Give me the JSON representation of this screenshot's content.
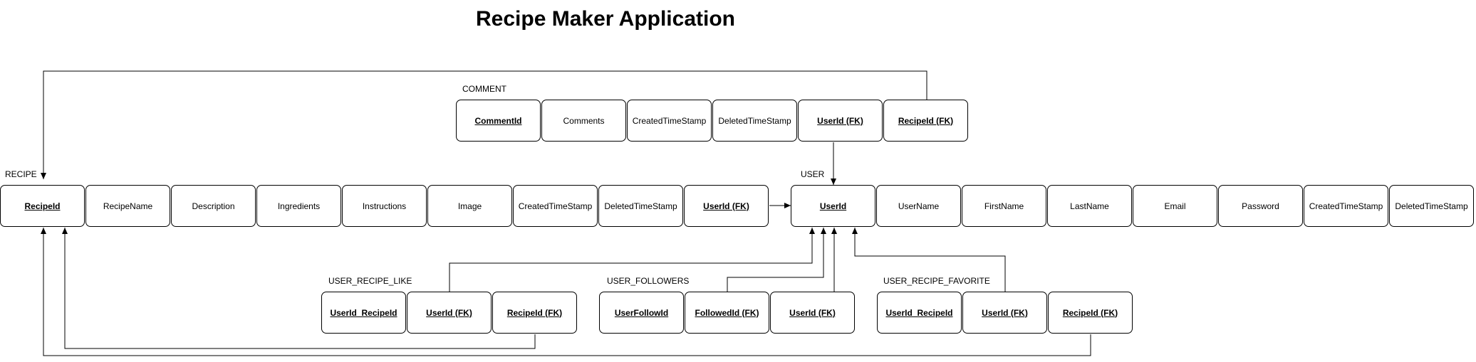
{
  "title": "Recipe Maker Application",
  "entities": {
    "comment": {
      "label": "COMMENT",
      "attributes": [
        {
          "name": "CommentId",
          "key": true
        },
        {
          "name": "Comments",
          "key": false
        },
        {
          "name": "CreatedTimeStamp",
          "key": false
        },
        {
          "name": "DeletedTimeStamp",
          "key": false
        },
        {
          "name": "UserId (FK)",
          "key": true
        },
        {
          "name": "RecipeId (FK)",
          "key": true
        }
      ]
    },
    "recipe": {
      "label": "RECIPE",
      "attributes": [
        {
          "name": "RecipeId",
          "key": true
        },
        {
          "name": "RecipeName",
          "key": false
        },
        {
          "name": "Description",
          "key": false
        },
        {
          "name": "Ingredients",
          "key": false
        },
        {
          "name": "Instructions",
          "key": false
        },
        {
          "name": "Image",
          "key": false
        },
        {
          "name": "CreatedTimeStamp",
          "key": false
        },
        {
          "name": "DeletedTimeStamp",
          "key": false
        },
        {
          "name": "UserId (FK)",
          "key": true
        }
      ]
    },
    "user": {
      "label": "USER",
      "attributes": [
        {
          "name": "UserId",
          "key": true
        },
        {
          "name": "UserName",
          "key": false
        },
        {
          "name": "FirstName",
          "key": false
        },
        {
          "name": "LastName",
          "key": false
        },
        {
          "name": "Email",
          "key": false
        },
        {
          "name": "Password",
          "key": false
        },
        {
          "name": "CreatedTimeStamp",
          "key": false
        },
        {
          "name": "DeletedTimeStamp",
          "key": false
        }
      ]
    },
    "user_recipe_like": {
      "label": "USER_RECIPE_LIKE",
      "attributes": [
        {
          "name": "UserId_RecipeId",
          "key": true
        },
        {
          "name": "UserId (FK)",
          "key": true
        },
        {
          "name": "RecipeId (FK)",
          "key": true
        }
      ]
    },
    "user_followers": {
      "label": "USER_FOLLOWERS",
      "attributes": [
        {
          "name": "UserFollowId",
          "key": true
        },
        {
          "name": "FollowedId (FK)",
          "key": true
        },
        {
          "name": "UserId (FK)",
          "key": true
        }
      ]
    },
    "user_recipe_favorite": {
      "label": "USER_RECIPE_FAVORITE",
      "attributes": [
        {
          "name": "UserId_RecipeId",
          "key": true
        },
        {
          "name": "UserId (FK)",
          "key": true
        },
        {
          "name": "RecipeId (FK)",
          "key": true
        }
      ]
    }
  },
  "relationships": [
    {
      "from": "COMMENT.RecipeId (FK)",
      "to": "RECIPE.RecipeId"
    },
    {
      "from": "COMMENT.UserId (FK)",
      "to": "USER.UserId"
    },
    {
      "from": "RECIPE.UserId (FK)",
      "to": "USER.UserId"
    },
    {
      "from": "USER_RECIPE_LIKE.UserId (FK)",
      "to": "USER.UserId"
    },
    {
      "from": "USER_RECIPE_LIKE.RecipeId (FK)",
      "to": "RECIPE.RecipeId"
    },
    {
      "from": "USER_FOLLOWERS.FollowedId (FK)",
      "to": "USER.UserId"
    },
    {
      "from": "USER_FOLLOWERS.UserId (FK)",
      "to": "USER.UserId"
    },
    {
      "from": "USER_RECIPE_FAVORITE.UserId (FK)",
      "to": "USER.UserId"
    },
    {
      "from": "USER_RECIPE_FAVORITE.RecipeId (FK)",
      "to": "RECIPE.RecipeId"
    }
  ],
  "colors": {
    "line": "#000000",
    "box_border": "#000000",
    "background": "#ffffff"
  }
}
